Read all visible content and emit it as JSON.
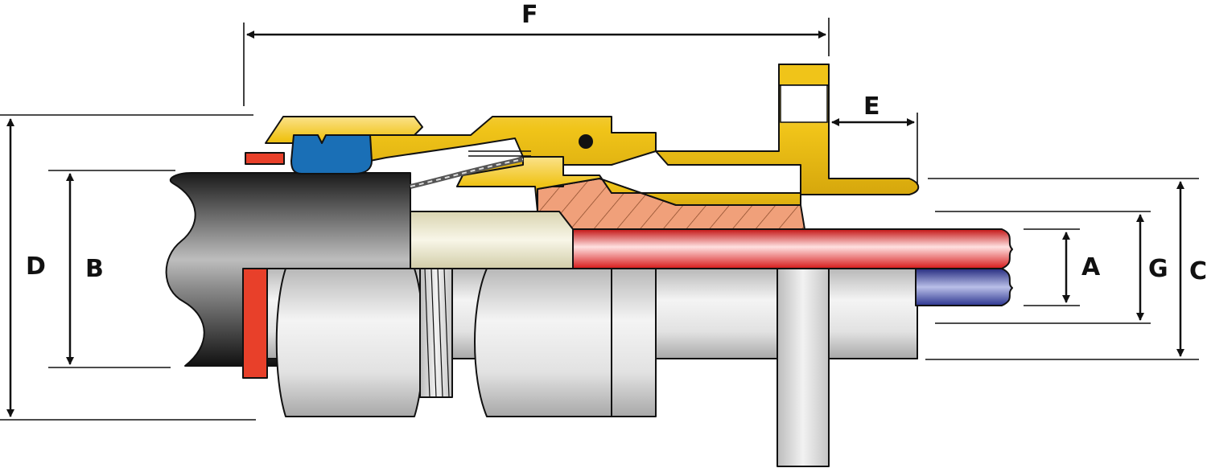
{
  "labels": {
    "A": "A",
    "B": "B",
    "C": "C",
    "D": "D",
    "E": "E",
    "F": "F",
    "G": "G"
  },
  "colors": {
    "brass": "#f0c419",
    "brass_dark": "#c99a08",
    "seal_blue": "#1a6fb6",
    "seal_red": "#e8402a",
    "copper": "#f0a07a",
    "cable_red": "#e62727",
    "cable_blue": "#2c3590",
    "cable_sheath": "#2a2a2a",
    "insulation": "#ece9d4",
    "body_metal": "#d9d9d9"
  }
}
